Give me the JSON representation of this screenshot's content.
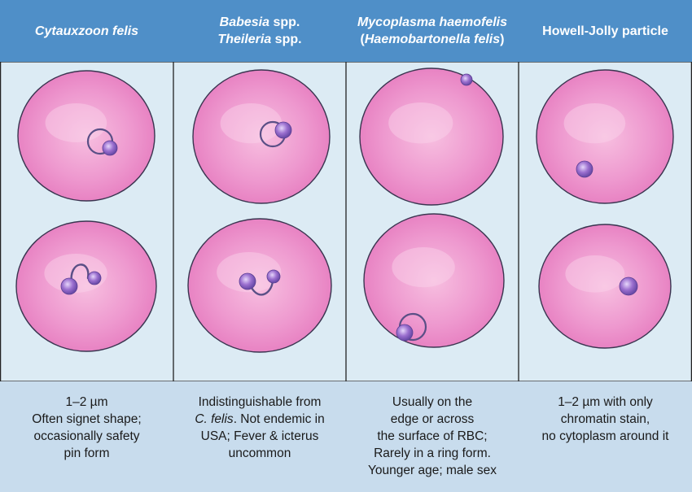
{
  "columns": [
    {
      "id": "cytauxzoon",
      "header_lines": [
        {
          "text": "Cytauxzoon felis",
          "italic": true
        }
      ],
      "description_lines": [
        {
          "text": "1–2 µm"
        },
        {
          "text": "Often signet shape;"
        },
        {
          "text": "occasionally safety"
        },
        {
          "text": "pin form"
        }
      ]
    },
    {
      "id": "babesia-theileria",
      "header_lines": [
        {
          "segments": [
            {
              "text": "Babesia",
              "italic": true
            },
            {
              "text": " spp."
            }
          ]
        },
        {
          "segments": [
            {
              "text": "Theileria",
              "italic": true
            },
            {
              "text": " spp."
            }
          ]
        }
      ],
      "description_lines": [
        {
          "text": "Indistinguishable from"
        },
        {
          "segments": [
            {
              "text": "C. felis",
              "italic": true
            },
            {
              "text": ". Not endemic in"
            }
          ]
        },
        {
          "text": "USA; Fever & icterus"
        },
        {
          "text": "uncommon"
        }
      ]
    },
    {
      "id": "mycoplasma",
      "header_lines": [
        {
          "text": "Mycoplasma haemofelis",
          "italic": true
        },
        {
          "segments": [
            {
              "text": "("
            },
            {
              "text": "Haemobartonella felis",
              "italic": true
            },
            {
              "text": ")"
            }
          ]
        }
      ],
      "description_lines": [
        {
          "text": "Usually on the"
        },
        {
          "text": "edge or across"
        },
        {
          "text": "the surface of RBC;"
        },
        {
          "text": "Rarely in a ring form."
        },
        {
          "text": "Younger age; male sex"
        }
      ]
    },
    {
      "id": "howell-jolly",
      "header_lines": [
        {
          "text": "Howell-Jolly particle"
        }
      ],
      "description_lines": [
        {
          "text": "1–2 µm with only"
        },
        {
          "text": "chromatin stain,"
        },
        {
          "text": "no cytoplasm around it"
        }
      ]
    }
  ],
  "colors": {
    "header_bg": "#4f8fc8",
    "header_text": "#ffffff",
    "panel_bg": "#dcebf4",
    "description_bg": "#c8dced",
    "rbc_fill": "#e67cbf",
    "rbc_outline": "#3a3550",
    "parasite": "#9b6fcf",
    "ring_stroke": "#5a4f86",
    "grid_line": "#222222"
  },
  "illustrations": [
    {
      "column": "cytauxzoon",
      "row": "top",
      "marks": [
        "signet-ring"
      ]
    },
    {
      "column": "cytauxzoon",
      "row": "bottom",
      "marks": [
        "safety-pin"
      ]
    },
    {
      "column": "babesia-theileria",
      "row": "top",
      "marks": [
        "signet-ring"
      ]
    },
    {
      "column": "babesia-theileria",
      "row": "bottom",
      "marks": [
        "safety-pin"
      ]
    },
    {
      "column": "mycoplasma",
      "row": "top",
      "marks": [
        "edge-dot"
      ]
    },
    {
      "column": "mycoplasma",
      "row": "bottom",
      "marks": [
        "signet-ring"
      ]
    },
    {
      "column": "howell-jolly",
      "row": "top",
      "marks": [
        "dot"
      ]
    },
    {
      "column": "howell-jolly",
      "row": "bottom",
      "marks": [
        "dot"
      ]
    }
  ]
}
